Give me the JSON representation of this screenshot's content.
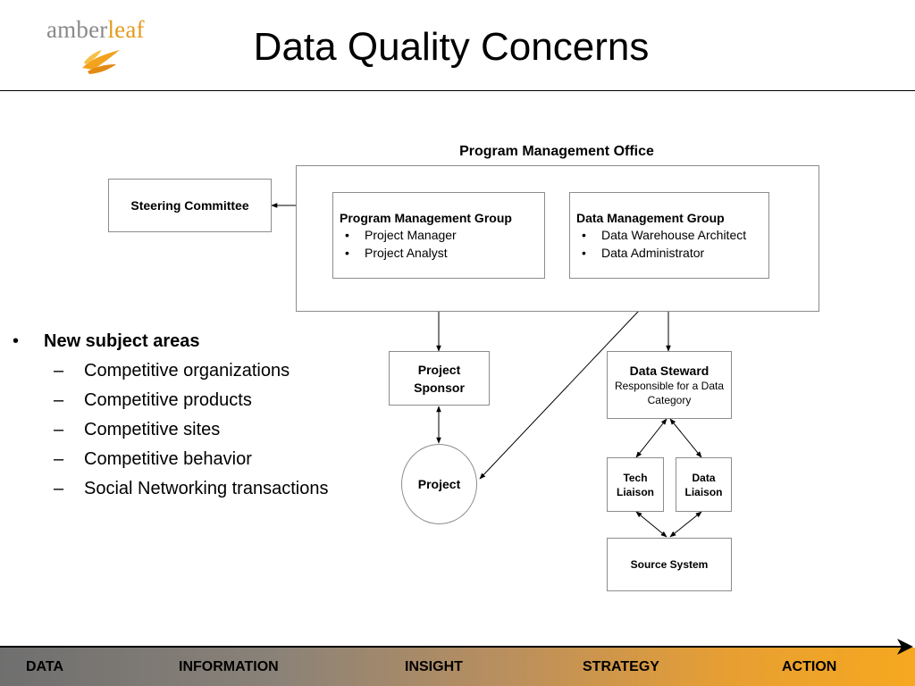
{
  "logo": {
    "part1": "amber",
    "part2": "leaf"
  },
  "title": "Data Quality Concerns",
  "diagram": {
    "pmo_label": "Program Management Office",
    "steering": "Steering Committee",
    "pmg": {
      "title": "Program Management Group",
      "items": [
        "Project Manager",
        "Project Analyst"
      ]
    },
    "dmg": {
      "title": "Data Management Group",
      "items": [
        "Data Warehouse Architect",
        "Data Administrator"
      ]
    },
    "sponsor": {
      "line1": "Project",
      "line2": "Sponsor"
    },
    "project": "Project",
    "steward": {
      "title": "Data Steward",
      "line1": "Responsible for a Data",
      "line2": "Category"
    },
    "tech": {
      "line1": "Tech",
      "line2": "Liaison"
    },
    "data_liaison": {
      "line1": "Data",
      "line2": "Liaison"
    },
    "source": "Source System"
  },
  "bullets": {
    "heading": "New subject areas",
    "items": [
      "Competitive organizations",
      "Competitive products",
      "Competitive sites",
      "Competitive behavior",
      "Social Networking transactions"
    ]
  },
  "footer": {
    "stages": [
      "DATA",
      "INFORMATION",
      "INSIGHT",
      "STRATEGY",
      "ACTION"
    ]
  }
}
